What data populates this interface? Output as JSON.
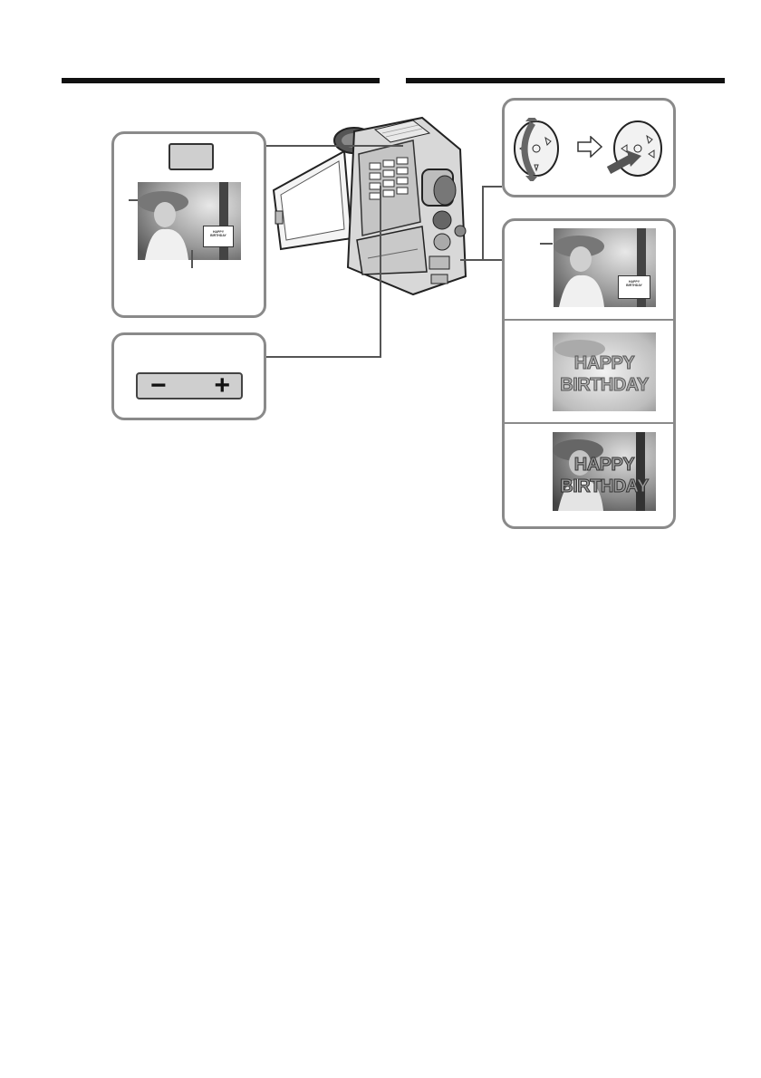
{
  "figure": {
    "title_rules": [
      "left-section-header",
      "right-section-header"
    ],
    "left_panel": {
      "button": "gray-button",
      "photo_overlay_lines": [
        "HAPPY",
        "BIRTHDAY"
      ]
    },
    "adjust_panel": {
      "minus_symbol": "−",
      "plus_symbol": "+"
    },
    "right_panel_steps": [
      {
        "overlay_lines": [
          "HAPPY",
          "BIRTHDAY"
        ],
        "style": "small-label"
      },
      {
        "overlay_lines": [
          "HAPPY",
          "BIRTHDAY"
        ],
        "style": "full-title"
      },
      {
        "overlay_lines": [
          "HAPPY",
          "BIRTHDAY"
        ],
        "style": "superimposed"
      }
    ],
    "dial_arrow": "outline-right-arrow-icon",
    "colors": {
      "panel_border": "#8a8a8a",
      "rule": "#111111",
      "button_gray": "#cfcfcf"
    }
  }
}
